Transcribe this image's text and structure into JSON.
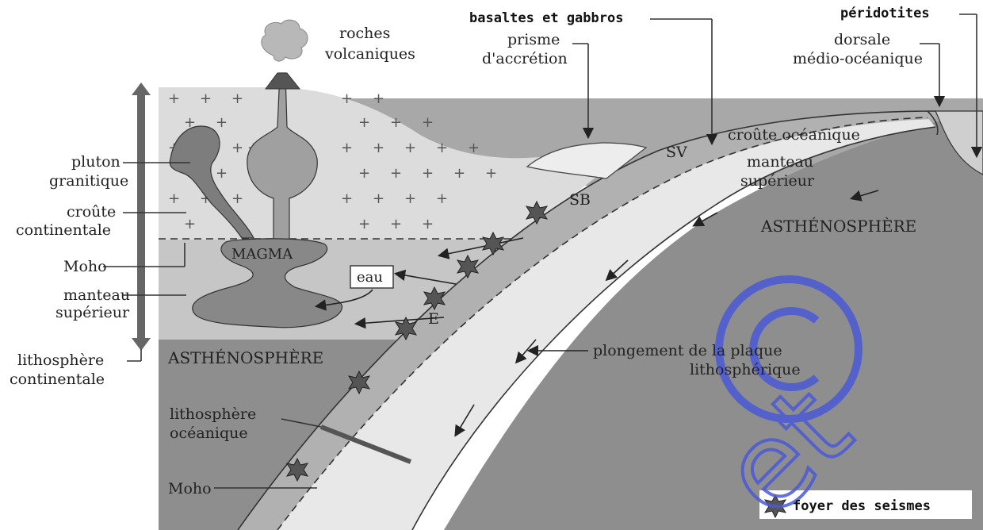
{
  "colors": {
    "continental_crust": "#dcdcdc",
    "upper_mantle_cont": "#c6c6c6",
    "asthenosphere": "#8e8e8e",
    "ocean_crust": "#b1b1b1",
    "slab_mantle": "#e8e8e8",
    "magma": "#888888",
    "watermark": "#4a5ad6"
  },
  "labels": {
    "top_basaltes": "basaltes et gabbros",
    "top_peridotites": "péridotites",
    "roches_volcaniques_1": "roches",
    "roches_volcaniques_2": "volcaniques",
    "prisme_1": "prisme",
    "prisme_2": "d'accrétion",
    "dorsale_1": "dorsale",
    "dorsale_2": "médio-océanique",
    "pluton_1": "pluton",
    "pluton_2": "granitique",
    "croute_cont_1": "croûte",
    "croute_cont_2": "continentale",
    "moho_left": "Moho",
    "manteau_sup_left_1": "manteau",
    "manteau_sup_left_2": "supérieur",
    "litho_cont_1": "lithosphère",
    "litho_cont_2": "continentale",
    "magma": "MAGMA",
    "eau": "eau",
    "e": "E",
    "sb": "SB",
    "sv": "SV",
    "croute_oceanique": "croûte océanique",
    "manteau_sup_right_1": "manteau",
    "manteau_sup_right_2": "supérieur",
    "astheno_right": "ASTHÉNOSPHÈRE",
    "astheno_left": "ASTHÉNOSPHÈRE",
    "plongement_1": "plongement de la plaque",
    "plongement_2": "lithosphérique",
    "litho_oce_1": "lithosphère",
    "litho_oce_2": "océanique",
    "moho_bottom": "Moho",
    "legend_text": "foyer des seismes"
  },
  "icons": {
    "seismic_focus": "star-burst-icon",
    "volcano": "volcano-icon"
  }
}
